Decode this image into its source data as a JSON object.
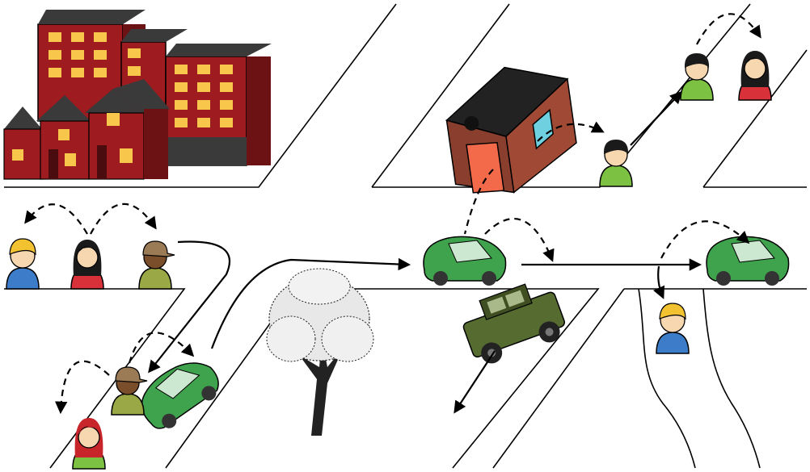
{
  "scene": {
    "buildings": [
      "apartment-block",
      "row-houses",
      "cottage"
    ],
    "vehicles": [
      "green-car",
      "green-car",
      "green-car",
      "military-jeep"
    ],
    "people": [
      "blonde-person-blue",
      "dark-hair-person-red",
      "cap-person-olive",
      "cap-person-olive",
      "red-hair-person-green",
      "dark-hair-person-green",
      "dark-hair-person-green",
      "dark-hair-person-red",
      "blonde-person-blue"
    ],
    "nature": [
      "tree"
    ],
    "colors": {
      "brick": "#9e1b1f",
      "brick_dark": "#6d1214",
      "window_lit": "#f7c64a",
      "roof": "#3a3a3a",
      "cottage_wall": "#8a3f2e",
      "door": "#f26a4a",
      "car": "#3fa34d",
      "jeep": "#556b2f",
      "shirt_blue": "#3d7cc9",
      "shirt_red": "#d8313a",
      "shirt_green": "#7cc142",
      "shirt_olive": "#9aa846",
      "skin": "#f6d7b0",
      "hair_blonde": "#f2c230",
      "hair_dark": "#1a1a1a",
      "hair_red": "#c8252b",
      "cap": "#9a7b55",
      "line": "#000000"
    }
  }
}
